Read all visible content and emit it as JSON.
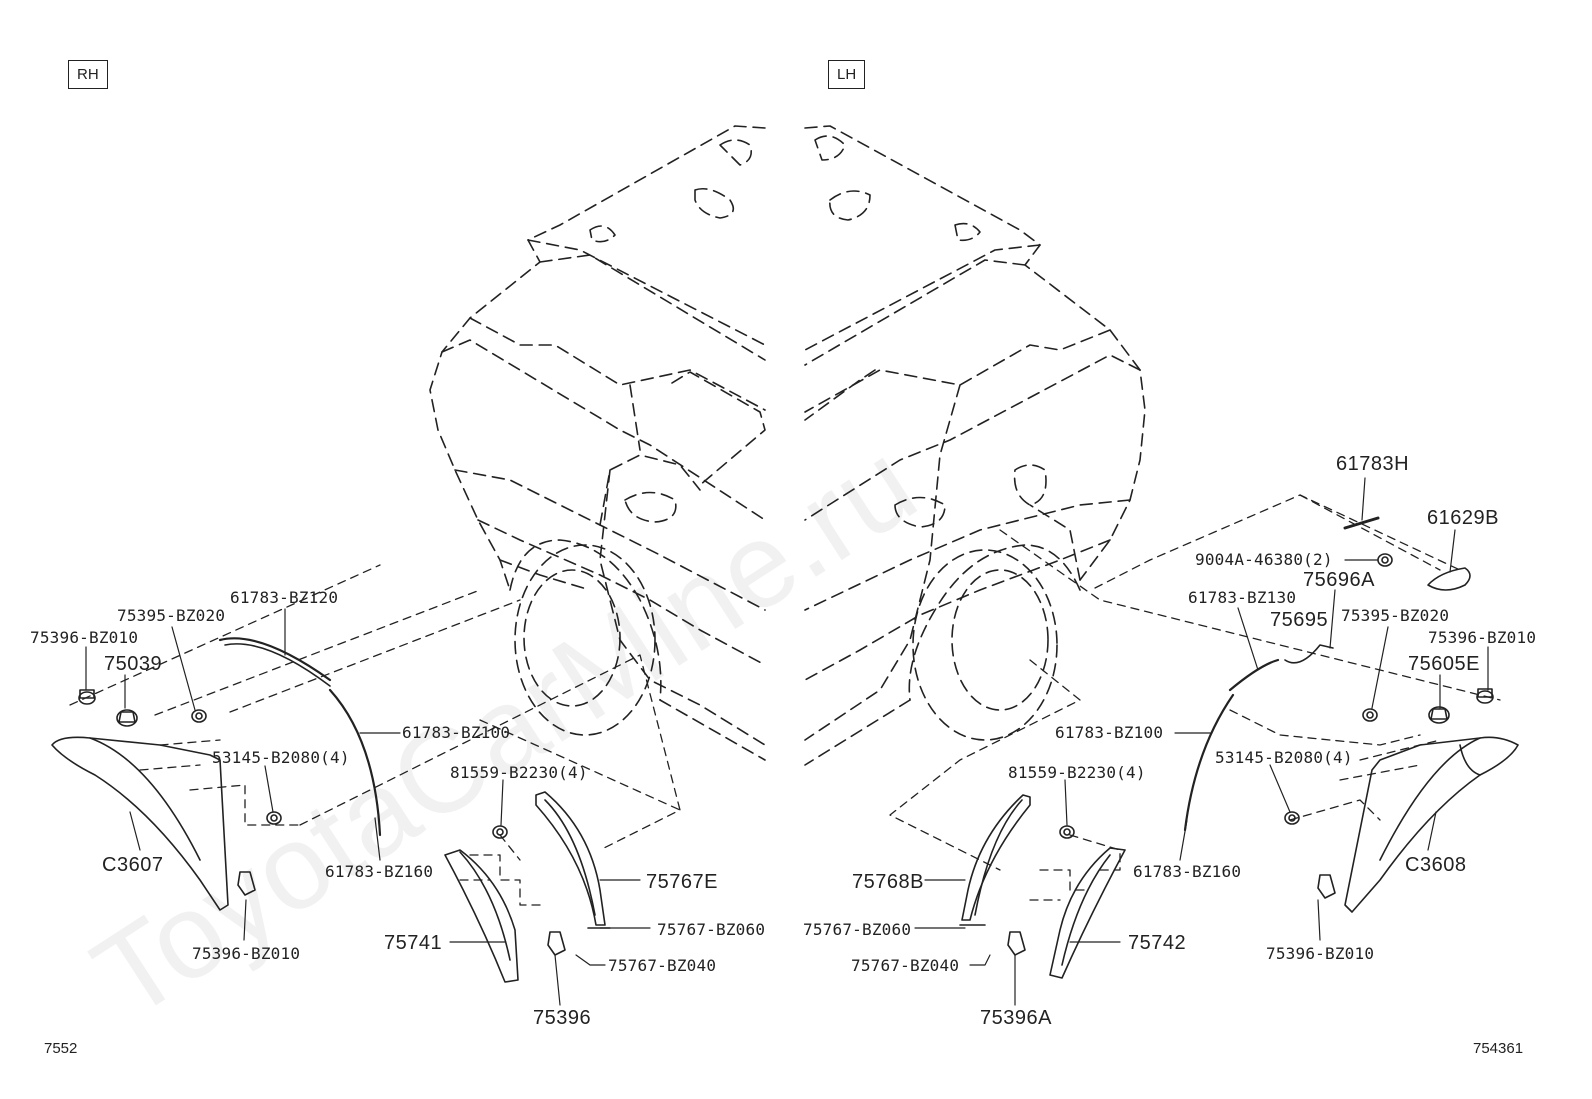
{
  "sides": {
    "rh": "RH",
    "lh": "LH"
  },
  "watermark": "ToyotaCarMine.ru",
  "footer": {
    "left_code": "7552",
    "right_code": "754361"
  },
  "callouts": {
    "c61783_BZ120": "61783-BZ120",
    "c75395_BZ020_r": "75395-BZ020",
    "c75396_BZ010_r_top": "75396-BZ010",
    "c75039": "75039",
    "c61783_BZ100_r": "61783-BZ100",
    "c53145_B2080_r": "53145-B2080(4)",
    "c81559_B2230_r": "81559-B2230(4)",
    "cC3607": "C3607",
    "c61783_BZ160_r": "61783-BZ160",
    "c75767E": "75767E",
    "c75396_BZ010_r_bot": "75396-BZ010",
    "c75767_BZ060_r": "75767-BZ060",
    "c75741": "75741",
    "c75767_BZ040_r": "75767-BZ040",
    "c75396": "75396",
    "c61783H": "61783H",
    "c61629B": "61629B",
    "c9004A": "9004A-46380(2)",
    "c75696A": "75696A",
    "c61783_BZ130": "61783-BZ130",
    "c75695": "75695",
    "c75395_BZ020_l": "75395-BZ020",
    "c75396_BZ010_l_top": "75396-BZ010",
    "c75605E": "75605E",
    "c61783_BZ100_l": "61783-BZ100",
    "c81559_B2230_l": "81559-B2230(4)",
    "c53145_B2080_l": "53145-B2080(4)",
    "c75768B": "75768B",
    "c61783_BZ160_l": "61783-BZ160",
    "cC3608": "C3608",
    "c75767_BZ060_l": "75767-BZ060",
    "c75742": "75742",
    "c75767_BZ040_l": "75767-BZ040",
    "c75396_BZ010_l_bot": "75396-BZ010",
    "c75396A": "75396A"
  }
}
